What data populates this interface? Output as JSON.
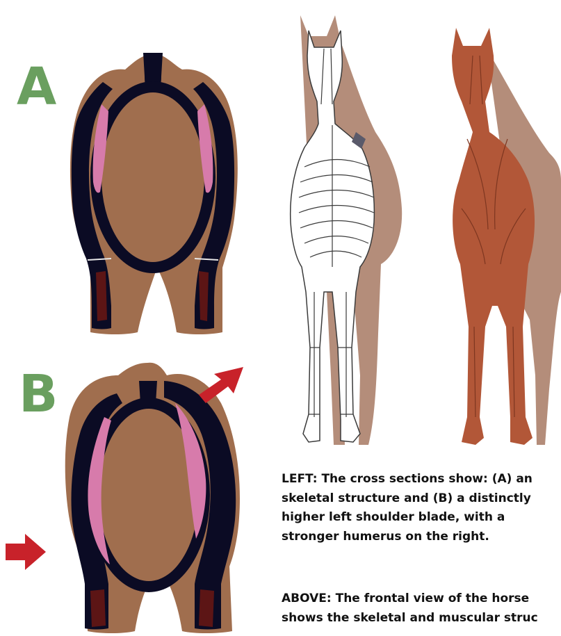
{
  "labels": {
    "a": "A",
    "b": "B"
  },
  "captions": {
    "left": [
      "LEFT: The cross sections show: (A) an",
      "skeletal structure and (B) a distinctly",
      "higher left shoulder blade, with a",
      "stronger humerus on the right."
    ],
    "above": [
      "ABOVE: The frontal view of the horse",
      "shows the skeletal and muscular struc"
    ]
  },
  "colors": {
    "letter": "#6a9f5f",
    "arrow": "#c8222a",
    "body": "#a06e4e",
    "bone": "#0b0b24",
    "cartilage": "#d77bab",
    "marrow": "#5c1515",
    "horse_shadow": "#b48d7a",
    "skeleton": "#ffffff",
    "muscle": "#b25738"
  },
  "icons": {
    "arrow": "arrow-icon",
    "skeleton": "horse-skeleton-illustration",
    "muscle": "horse-muscle-illustration"
  }
}
